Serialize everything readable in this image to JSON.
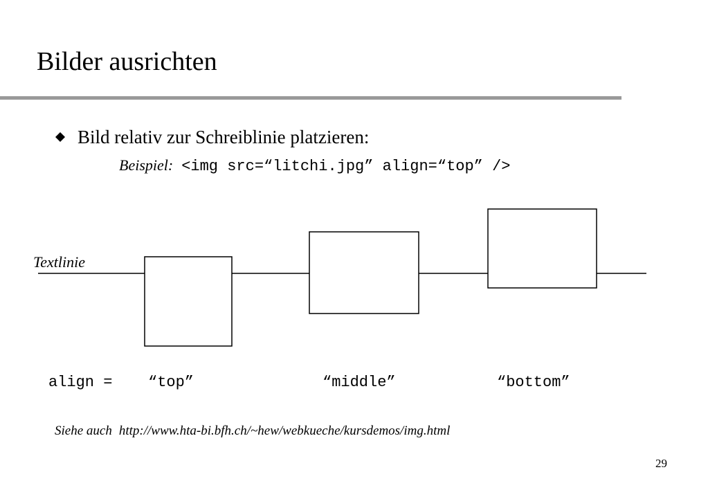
{
  "slide": {
    "title": "Bilder ausrichten",
    "bullet": "Bild relativ zur Schreiblinie platzieren:",
    "example_label": "Beispiel:",
    "example_code": "<img src=“litchi.jpg” align=“top” />",
    "diagram": {
      "baseline_label": "Textlinie",
      "align_label": "align =",
      "options": [
        "“top”",
        "“middle”",
        "“bottom”"
      ]
    },
    "see_also_label": "Siehe auch",
    "see_also_url": "http://www.hta-bi.bfh.ch/~hew/webkueche/kursdemos/img.html",
    "page_number": "29"
  },
  "colors": {
    "rule": "#999999",
    "text": "#000000",
    "background": "#ffffff"
  }
}
